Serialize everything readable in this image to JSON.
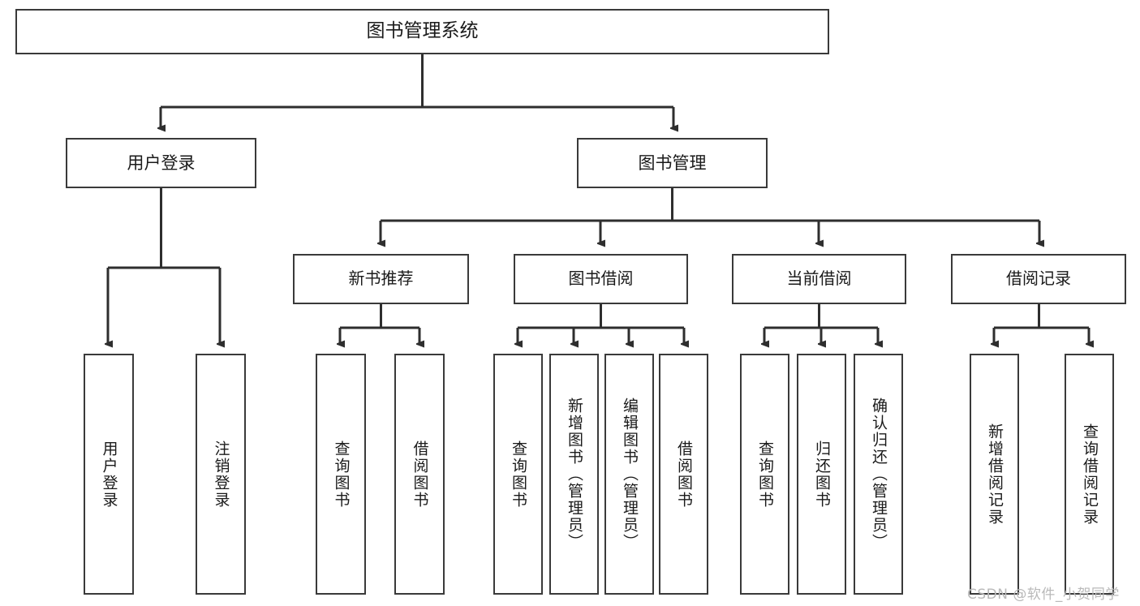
{
  "diagram": {
    "title": "图书管理系统",
    "type": "hierarchy-tree",
    "orientation": "top-down",
    "colors": {
      "box_border": "#3a3a3a",
      "box_fill": "#ffffff",
      "connector": "#2e2e2e",
      "text": "#1a1a1a",
      "watermark": "#b9b9b9"
    }
  },
  "nodes": {
    "root": {
      "label": "图书管理系统"
    },
    "level1": [
      {
        "id": "user-login",
        "label": "用户登录"
      },
      {
        "id": "book-management",
        "label": "图书管理"
      }
    ],
    "level2": [
      {
        "id": "new-book-recommend",
        "label": "新书推荐"
      },
      {
        "id": "book-borrow",
        "label": "图书借阅"
      },
      {
        "id": "current-borrow",
        "label": "当前借阅"
      },
      {
        "id": "borrow-record",
        "label": "借阅记录"
      }
    ],
    "leaves": [
      {
        "id": "leaf-user-login",
        "label": "用户登录",
        "parent": "user-login"
      },
      {
        "id": "leaf-logout-login",
        "label": "注销登录",
        "parent": "user-login"
      },
      {
        "id": "leaf-query-book-1",
        "label": "查询图书",
        "parent": "new-book-recommend"
      },
      {
        "id": "leaf-borrow-book-1",
        "label": "借阅图书",
        "parent": "new-book-recommend"
      },
      {
        "id": "leaf-query-book-2",
        "label": "查询图书",
        "parent": "book-borrow"
      },
      {
        "id": "leaf-add-book",
        "label": "新增图书（管理员）",
        "parent": "book-borrow"
      },
      {
        "id": "leaf-edit-book",
        "label": "编辑图书（管理员）",
        "parent": "book-borrow"
      },
      {
        "id": "leaf-borrow-book-2",
        "label": "借阅图书",
        "parent": "book-borrow"
      },
      {
        "id": "leaf-query-book-3",
        "label": "查询图书",
        "parent": "current-borrow"
      },
      {
        "id": "leaf-return-book",
        "label": "归还图书",
        "parent": "current-borrow"
      },
      {
        "id": "leaf-confirm-return",
        "label": "确认归还（管理员）",
        "parent": "current-borrow"
      },
      {
        "id": "leaf-add-record",
        "label": "新增借阅记录",
        "parent": "borrow-record"
      },
      {
        "id": "leaf-query-record",
        "label": "查询借阅记录",
        "parent": "borrow-record"
      }
    ]
  },
  "watermark": {
    "text": "CSDN @软件_小贺同学"
  }
}
